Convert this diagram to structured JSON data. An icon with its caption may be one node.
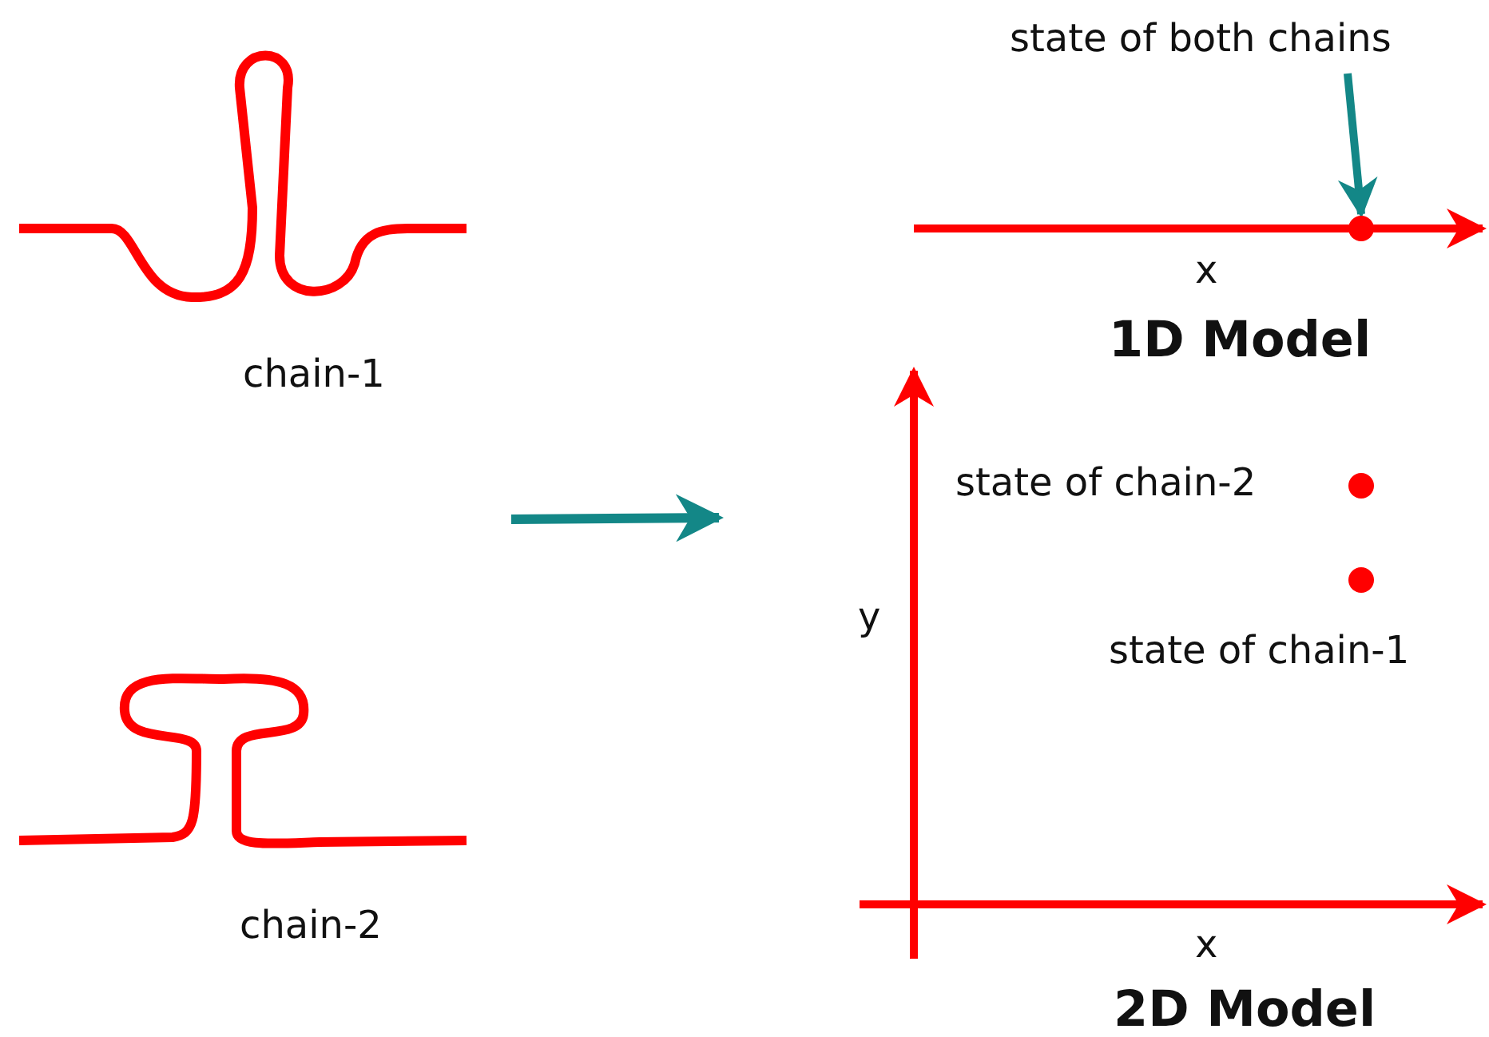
{
  "diagram": {
    "nodes": [
      {
        "text": [
          "state of both chains"
        ]
      },
      {
        "text": [],
        "shape": "circle"
      }
    ],
    "edges": [
      {
        "from": 0,
        "to": 1,
        "arrow": "to"
      }
    ],
    "labels": [
      "chain-1",
      "x",
      "1D Model",
      "state of chain-2",
      "y",
      "state of chain-1",
      "chain-2",
      "x",
      "2D Model"
    ]
  }
}
